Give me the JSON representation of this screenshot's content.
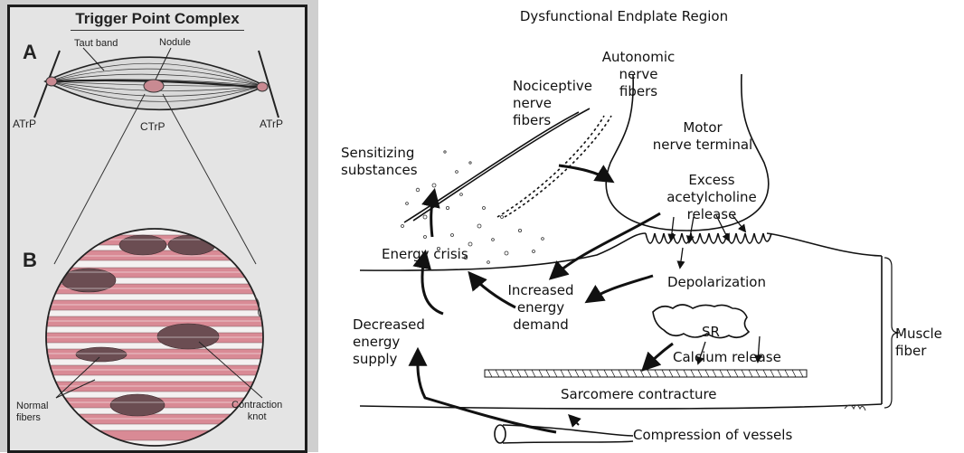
{
  "left_panel": {
    "title": "Trigger Point Complex",
    "label_a": "A",
    "label_b": "B",
    "taut_band": "Taut band",
    "nodule": "Nodule",
    "atrp_left": "ATrP",
    "ctrp": "CTrP",
    "atrp_right": "ATrP",
    "normal_fibers": "Normal\nfibers",
    "contraction_knot": "Contraction\nknot"
  },
  "right_panel": {
    "title": "Dysfunctional Endplate Region",
    "autonomic": "Autonomic\nnerve\nfibers",
    "nociceptive": "Nociceptive\nnerve\nfibers",
    "motor": "Motor\nnerve terminal",
    "sensitizing": "Sensitizing\nsubstances",
    "excess": "Excess\nacetylcholine\nrelease",
    "energy_crisis": "Energy crisis",
    "increased": "Increased\nenergy\ndemand",
    "depolarization": "Depolarization",
    "decreased": "Decreased\nenergy\nsupply",
    "sr": "SR",
    "calcium": "Calcium release",
    "muscle_fiber": "Muscle\nfiber",
    "sarcomere": "Sarcomere contracture",
    "compression": "Compression of vessels"
  },
  "colors": {
    "fiber_pink": "#d98a95",
    "knot_dark": "#6b4d52",
    "frame": "#1c1c1c",
    "ink": "#111111"
  }
}
